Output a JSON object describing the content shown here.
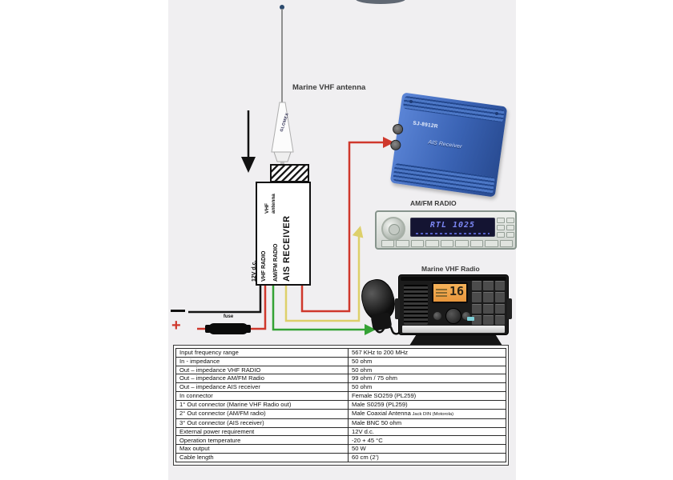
{
  "diagram": {
    "labels": {
      "marine_vhf_antenna": "Marine VHF antenna",
      "amfm_radio": "AM/FM RADIO",
      "marine_vhf_radio": "Marine VHF Radio"
    },
    "antenna": {
      "brand": "GLOMEX"
    },
    "splitter": {
      "port_labels": [
        "12V d.c.",
        "VHF RADIO",
        "AM/FM RADIO",
        "AIS RECEIVER"
      ],
      "antenna_port_line1": "VHF",
      "antenna_port_line2": "antenna"
    },
    "power": {
      "fuse_label": "fuse",
      "plus": "+"
    },
    "ais_device": {
      "model": "SJ-8912R",
      "name": "AIS Receiver"
    },
    "amfm_device": {
      "display": "RTL 1025"
    },
    "vhf_device": {
      "channel": "16"
    },
    "colors": {
      "wire_red": "#cf382c",
      "wire_green": "#35a235",
      "wire_yellow": "#ddd06a",
      "wire_black": "#141414",
      "device_blue": "#3a63b4",
      "display_orange": "#f0a845",
      "panel_gray": "#f0eff1"
    }
  },
  "table": {
    "rows": [
      {
        "label": "Input frequency range",
        "value": "567 KHz to 200 MHz"
      },
      {
        "label": "In - impedance",
        "value": "50 ohm"
      },
      {
        "label": "Out – impedance VHF RADIO",
        "value": "50 ohm"
      },
      {
        "label": "Out – impedance AM/FM Radio",
        "value": "99 ohm / 75 ohm"
      },
      {
        "label": "Out – impedance AIS receiver",
        "value": "50 ohm"
      },
      {
        "label": "In connector",
        "value": "Female SO259 (PL259)"
      },
      {
        "label": "1° Out connector (Marine VHF Radio out)",
        "value": "Male S0259 (PL259)"
      },
      {
        "label": "2° Out connector (AM/FM radio)",
        "value": "Male Coaxial Antenna",
        "value_small": "Jack DIN (Motorola)"
      },
      {
        "label": "3° Out connector (AIS receiver)",
        "value": "Male BNC 50 ohm"
      },
      {
        "label": "External power requirement",
        "value": "12V d.c."
      },
      {
        "label": "Operation temperature",
        "value": "-20 + 45 °C"
      },
      {
        "label": "Max output",
        "value": "50 W"
      },
      {
        "label": "Cable length",
        "value": "60 cm (2’)"
      }
    ]
  }
}
